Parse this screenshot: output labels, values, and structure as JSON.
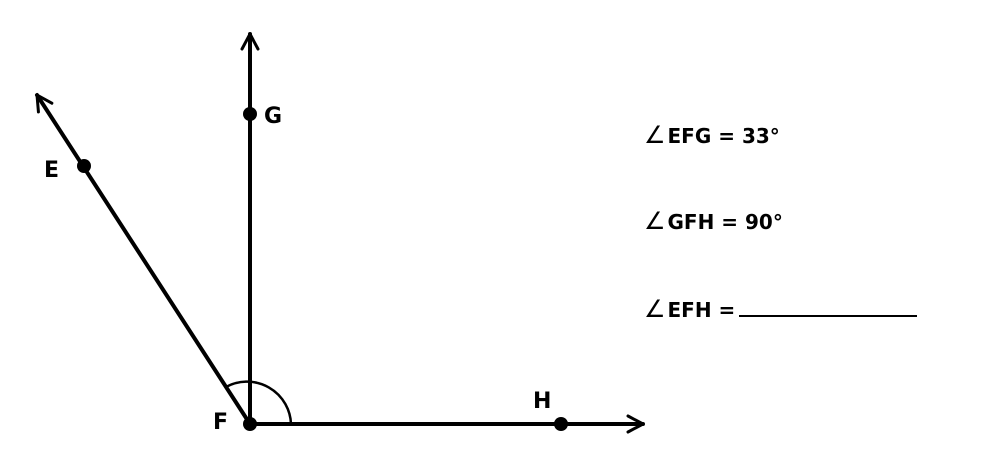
{
  "points": {
    "E": "E",
    "F": "F",
    "G": "G",
    "H": "H"
  },
  "equations": [
    {
      "symbol": "∠",
      "text": "EFG = 33°"
    },
    {
      "symbol": "∠",
      "text": "GFH = 90°"
    },
    {
      "symbol": "∠",
      "text": "EFH ="
    }
  ],
  "colors": {
    "ink": "#000000",
    "background": "#ffffff"
  }
}
